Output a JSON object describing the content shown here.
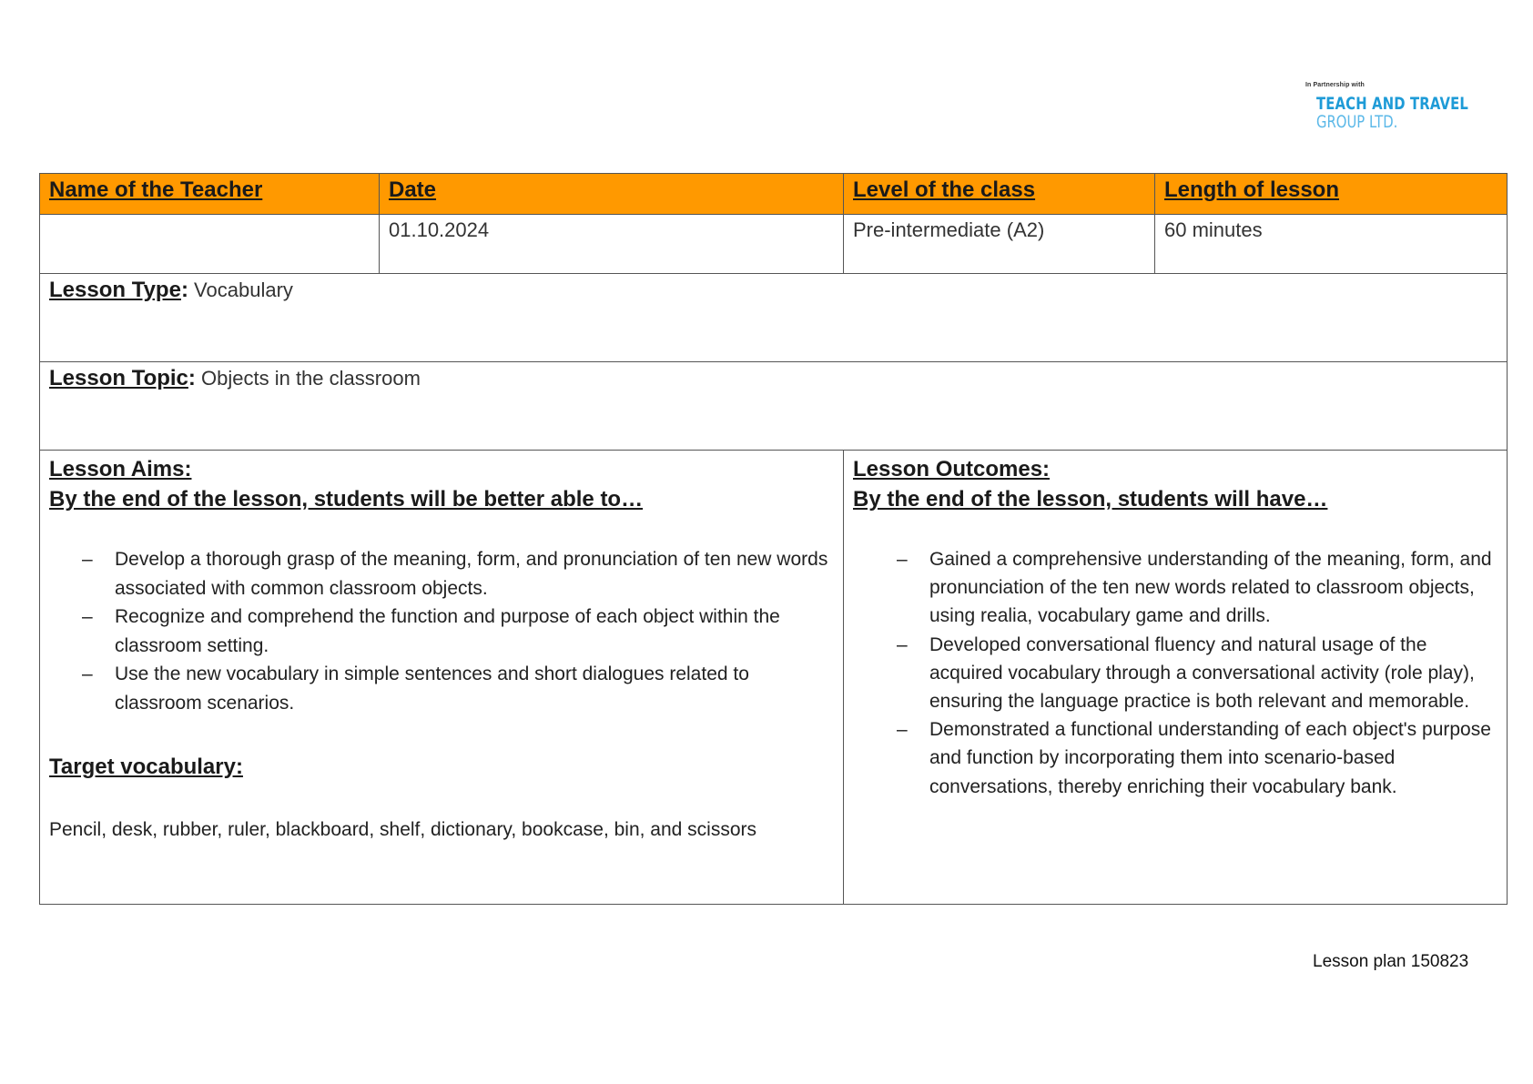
{
  "logo": {
    "tagline": "In Partnership with",
    "line1": "TEACH AND TRAVEL",
    "line2": "GROUP LTD."
  },
  "header": {
    "teacher": "Name of the Teacher",
    "date": "Date",
    "level": "Level of the class",
    "length": "Length of lesson"
  },
  "values": {
    "teacher": "",
    "date": "01.10.2024",
    "level": "Pre-intermediate (A2)",
    "length": "60 minutes"
  },
  "lesson_type": {
    "label": "Lesson Type",
    "colon": ":",
    "value": " Vocabulary"
  },
  "lesson_topic": {
    "label": "Lesson Topic",
    "colon": ":",
    "value": " Objects in the classroom"
  },
  "aims": {
    "heading": "Lesson Aims:",
    "subheading": "By the end of the lesson, students will be better able to…",
    "items": [
      "Develop a thorough grasp of the meaning, form, and pronunciation of ten new words associated with common classroom objects.",
      "Recognize and comprehend the function and purpose of each object within the classroom setting.",
      "Use the new vocabulary in simple sentences and short dialogues related to classroom scenarios."
    ],
    "vocab_heading": "Target vocabulary:",
    "vocab": "Pencil, desk, rubber, ruler, blackboard, shelf, dictionary, bookcase, bin, and scissors"
  },
  "outcomes": {
    "heading": "Lesson Outcomes:",
    "subheading": "By the end of the lesson, students will have…",
    "items": [
      "Gained a comprehensive understanding of the meaning, form, and pronunciation of the ten new words related to classroom objects, using realia, vocabulary game and drills.",
      "Developed conversational fluency and natural usage of the acquired vocabulary through a conversational activity (role play), ensuring the language practice is both relevant and memorable.",
      "Demonstrated a functional understanding of each object's purpose and function by incorporating them into scenario-based conversations, thereby enriching their vocabulary bank."
    ]
  },
  "footer": "Lesson plan 150823"
}
